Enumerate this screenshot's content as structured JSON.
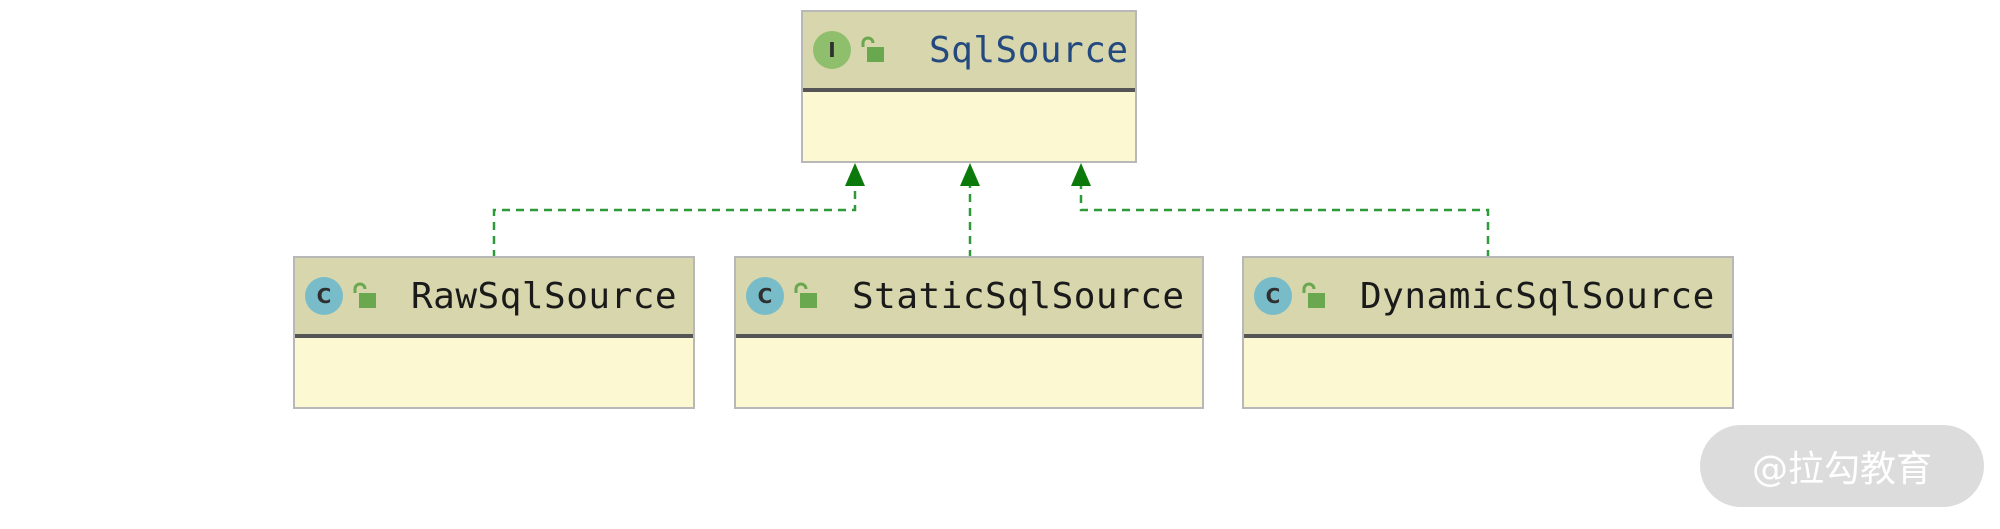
{
  "diagram": {
    "interface": {
      "kind_letter": "I",
      "name": "SqlSource",
      "kind_icon": "interface-icon",
      "visibility_icon": "unlock-icon"
    },
    "classes": [
      {
        "kind_letter": "C",
        "name": "RawSqlSource",
        "kind_icon": "class-icon",
        "visibility_icon": "unlock-icon"
      },
      {
        "kind_letter": "C",
        "name": "StaticSqlSource",
        "kind_icon": "class-icon",
        "visibility_icon": "unlock-icon"
      },
      {
        "kind_letter": "C",
        "name": "DynamicSqlSource",
        "kind_icon": "class-icon",
        "visibility_icon": "unlock-icon"
      }
    ],
    "relationships": [
      {
        "from": "RawSqlSource",
        "to": "SqlSource",
        "type": "implements"
      },
      {
        "from": "StaticSqlSource",
        "to": "SqlSource",
        "type": "implements"
      },
      {
        "from": "DynamicSqlSource",
        "to": "SqlSource",
        "type": "implements"
      }
    ],
    "colors": {
      "header_bg": "#d7d6ac",
      "body_bg": "#fcf9d2",
      "edge": "#2f9a3a",
      "arrowhead": "#0b7a0b",
      "interface_badge": "#8fbf6c",
      "class_badge": "#78bcc9"
    }
  },
  "watermark": {
    "text": "@拉勾教育"
  }
}
